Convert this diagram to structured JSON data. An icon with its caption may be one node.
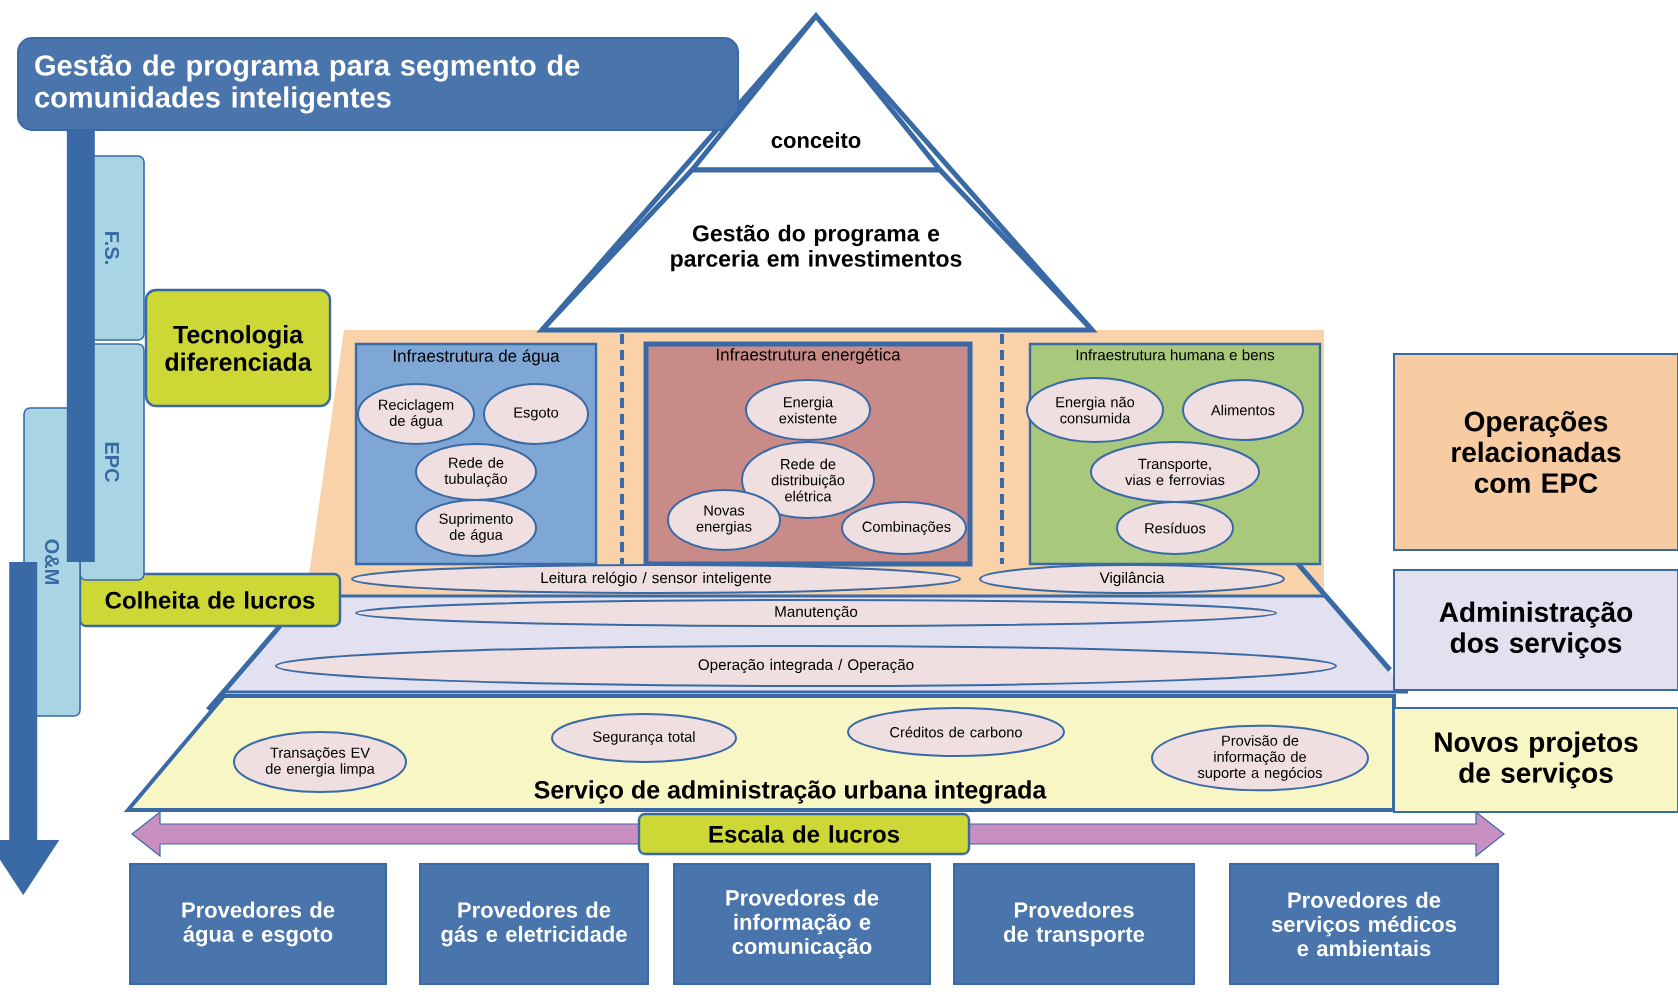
{
  "diagram": {
    "nodes": [
      {
        "text": [
          "Gestão de programa para segmento de comunidades inteligentes"
        ]
      },
      {
        "text": [
          "F.S."
        ]
      },
      {
        "text": [
          "EPC"
        ]
      },
      {
        "text": [
          "O&M"
        ]
      },
      {
        "text": [
          "Tecnologia diferenciada"
        ]
      },
      {
        "text": [
          "conceito"
        ]
      },
      {
        "text": [
          "Gestão do programa e parceria em investimentos"
        ]
      },
      {
        "text": [
          "Infraestrutura de água"
        ]
      },
      {
        "text": [
          "Reciclagem de água"
        ],
        "in": 7
      },
      {
        "text": [
          "Esgoto"
        ],
        "in": 7
      },
      {
        "text": [
          "Rede de tubulação"
        ],
        "in": 7
      },
      {
        "text": [
          "Suprimento de água"
        ],
        "in": 7
      },
      {
        "text": [
          "Infraestrutura energética"
        ]
      },
      {
        "text": [
          "Energia existente"
        ],
        "in": 12
      },
      {
        "text": [
          "Rede de distribuição elétrica"
        ],
        "in": 12
      },
      {
        "text": [
          "Novas energias"
        ],
        "in": 12
      },
      {
        "text": [
          "Combinações"
        ],
        "in": 12
      },
      {
        "text": [
          "Infraestrutura humana e bens"
        ]
      },
      {
        "text": [
          "Energia não consumida"
        ],
        "in": 17
      },
      {
        "text": [
          "Alimentos"
        ],
        "in": 17
      },
      {
        "text": [
          "Transporte, vias e ferrovias"
        ],
        "in": 17
      },
      {
        "text": [
          "Resíduos"
        ],
        "in": 17
      },
      {
        "text": [
          "Leitura relógio / sensor inteligente"
        ]
      },
      {
        "text": [
          "Vigilância"
        ]
      },
      {
        "text": [
          "Manutenção"
        ]
      },
      {
        "text": [
          "Operação integrada / Operação"
        ]
      },
      {
        "text": [
          "Serviço de administração urbana integrada"
        ]
      },
      {
        "text": [
          "Transações EV de energia limpa"
        ],
        "in": 26
      },
      {
        "text": [
          "Segurança total"
        ],
        "in": 26
      },
      {
        "text": [
          "Créditos de carbono"
        ],
        "in": 26
      },
      {
        "text": [
          "Provisão de informação de suporte a negócios"
        ],
        "in": 26
      },
      {
        "text": [
          "Escala de lucros"
        ]
      },
      {
        "text": [
          "Colheita de lucros"
        ]
      },
      {
        "text": [
          "Operações relacionadas com EPC"
        ]
      },
      {
        "text": [
          "Administração dos serviços"
        ]
      },
      {
        "text": [
          "Novos projetos de serviços"
        ]
      },
      {
        "text": [
          "Provedores de água e esgoto"
        ]
      },
      {
        "text": [
          "Provedores de gás e eletricidade"
        ]
      },
      {
        "text": [
          "Provedores de informação e comunicação"
        ]
      },
      {
        "text": [
          "Provedores de transporte"
        ]
      },
      {
        "text": [
          "Provedores de serviços médicos e ambientais"
        ]
      }
    ],
    "edges": [
      {
        "from": 0,
        "to": 3,
        "arrow": "none"
      },
      {
        "from": 3,
        "to": null,
        "arrow": "to"
      }
    ]
  }
}
